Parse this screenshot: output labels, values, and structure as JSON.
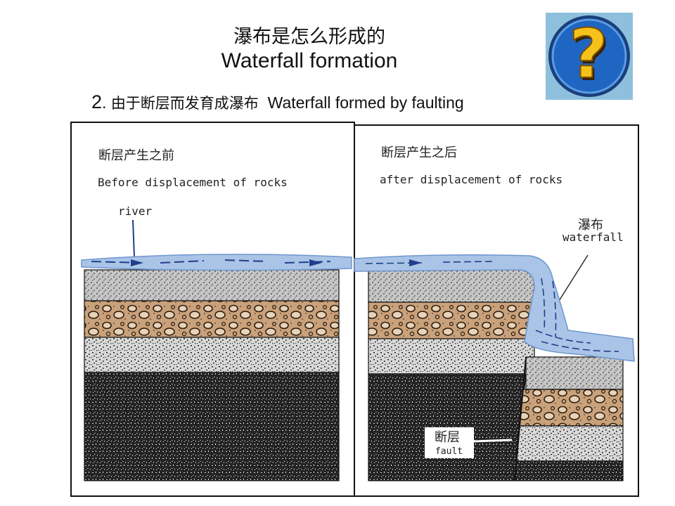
{
  "header": {
    "title_zh": "瀑布是怎么形成的",
    "title_en": "Waterfall formation",
    "subtitle_number": "2",
    "subtitle_zh": "由于断层而发育成瀑布",
    "subtitle_en": "Waterfall formed by faulting"
  },
  "help_icon": {
    "name": "question-mark-icon",
    "glyph": "?"
  },
  "panels": {
    "before": {
      "title_zh": "断层产生之前",
      "title_en": "Before displacement of rocks",
      "river_label": "river"
    },
    "after": {
      "title_zh": "断层产生之后",
      "title_en": "after displacement of rocks",
      "waterfall_zh": "瀑布",
      "waterfall_en": "waterfall",
      "fault_zh": "断层",
      "fault_en": "fault"
    }
  },
  "colors": {
    "water": "#a9c4e6",
    "water_edge": "#6f95cf",
    "rock_top": "#c6c6c6",
    "conglomerate": "#c9a17a",
    "speckled": "#b9b9b9",
    "dark_rock": "#2a2a2a",
    "badge_blue": "#1f66c2",
    "badge_yellow": "#f4c21b"
  }
}
